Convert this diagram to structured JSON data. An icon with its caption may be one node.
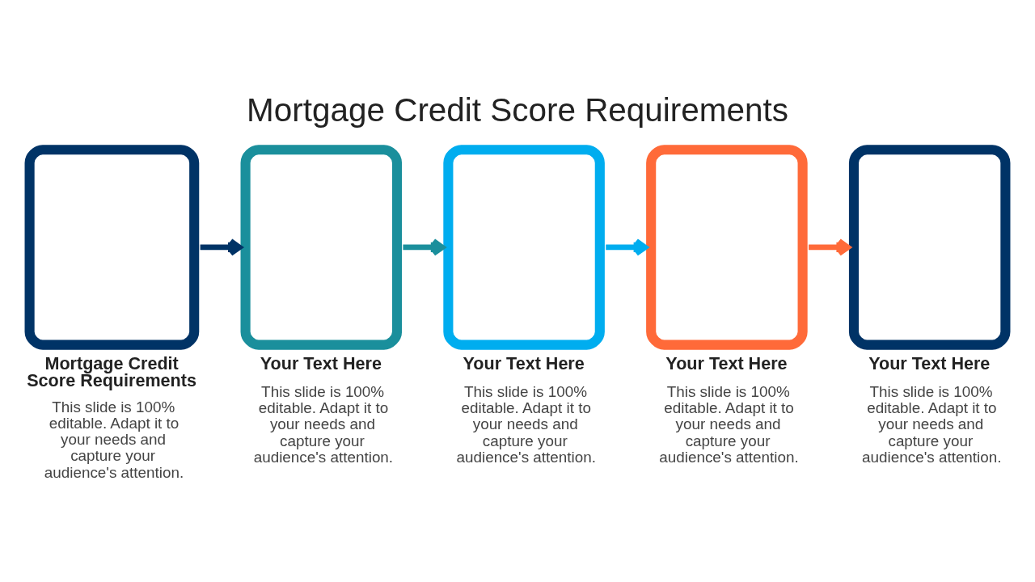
{
  "diagram": {
    "title": "Mortgage Credit Score Requirements",
    "nodes": [
      {
        "text": [
          "Mortgage Credit Score Requirements",
          "This slide is 100% editable. Adapt it to your needs and capture your audience's attention."
        ]
      },
      {
        "text": [
          "Your Text Here",
          "This slide is 100% editable. Adapt it to your needs and capture your audience's attention."
        ]
      },
      {
        "text": [
          "Your Text Here",
          "This slide is 100% editable. Adapt it to your needs and capture your audience's attention."
        ]
      },
      {
        "text": [
          "Your Text Here",
          "This slide is 100% editable. Adapt it to your needs and capture your audience's attention."
        ]
      },
      {
        "text": [
          "Your Text Here",
          "This slide is 100% editable. Adapt it to your needs and capture your audience's attention."
        ]
      }
    ],
    "edges": [
      {
        "from": 0,
        "to": 1,
        "arrow": "to",
        "color": "#003366"
      },
      {
        "from": 1,
        "to": 2,
        "arrow": "to",
        "color": "#1a8f9c"
      },
      {
        "from": 2,
        "to": 3,
        "arrow": "to",
        "color": "#00adef"
      },
      {
        "from": 3,
        "to": 4,
        "arrow": "to",
        "color": "#ff6a39"
      }
    ]
  }
}
